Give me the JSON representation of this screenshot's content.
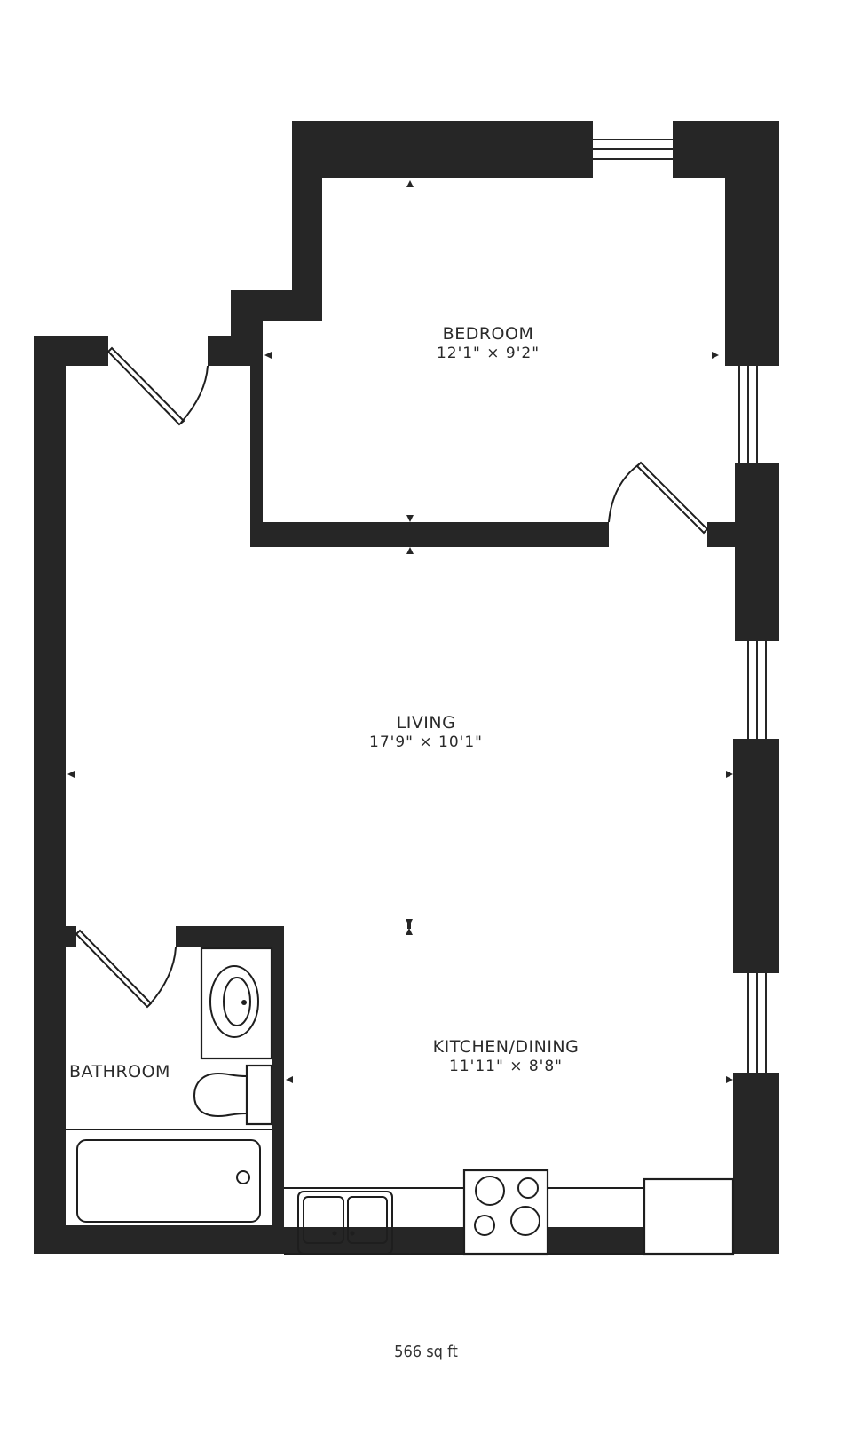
{
  "plan": {
    "type": "floor-plan",
    "wall_color": "#262626",
    "background": "#ffffff",
    "total_area": "566 sq ft",
    "rooms": [
      {
        "name": "BEDROOM",
        "dimensions": "12'1\" × 9'2\""
      },
      {
        "name": "LIVING",
        "dimensions": "17'9\" × 10'1\""
      },
      {
        "name": "KITCHEN/DINING",
        "dimensions": "11'11\" × 8'8\""
      },
      {
        "name": "BATHROOM",
        "dimensions": ""
      }
    ],
    "fixtures": [
      "bathtub-icon",
      "toilet-icon",
      "sink-icon",
      "kitchen-sink-icon",
      "stove-icon",
      "refrigerator-icon"
    ],
    "doors": [
      "entry-door",
      "bedroom-door",
      "bathroom-door"
    ],
    "windows": [
      "bedroom-window-top",
      "bedroom-window-right",
      "living-window-right",
      "kitchen-window-right"
    ]
  }
}
